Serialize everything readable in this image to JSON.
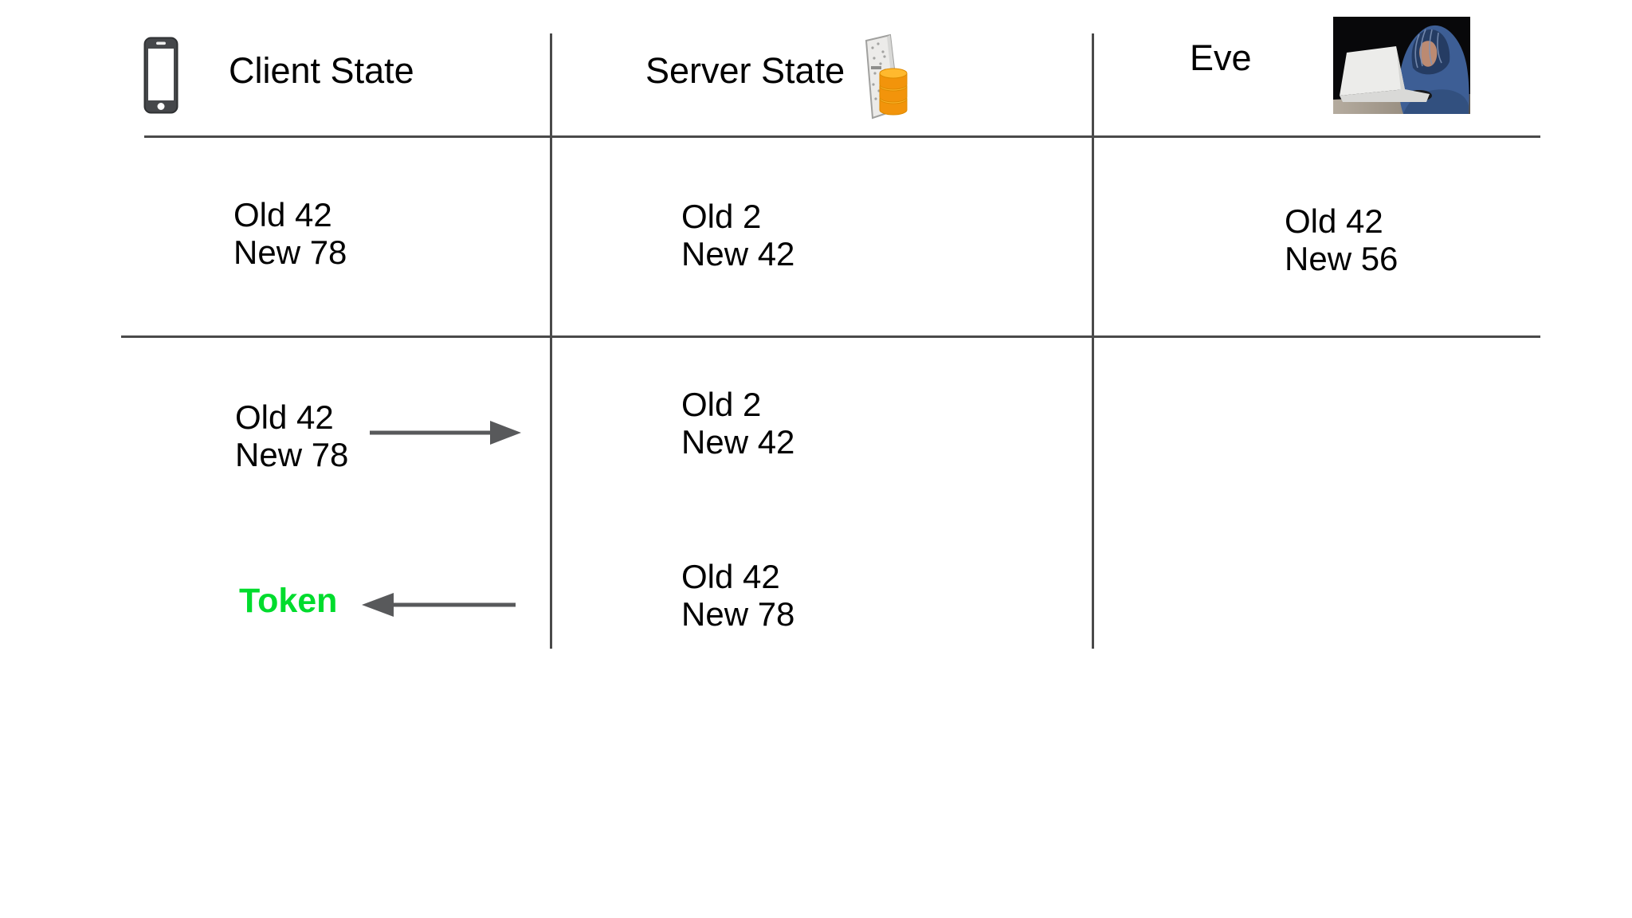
{
  "header": {
    "client": {
      "label": "Client State",
      "icon": "smartphone-icon"
    },
    "server": {
      "label": "Server State",
      "icon": "server-database-icon"
    },
    "eve": {
      "label": "Eve",
      "icon": "hacker-at-laptop-photo"
    }
  },
  "states": {
    "row1": {
      "client": {
        "line1": "Old 42",
        "line2": "New 78"
      },
      "server": {
        "line1": "Old 2",
        "line2": "New 42"
      },
      "eve": {
        "line1": "Old 42",
        "line2": "New 56"
      }
    },
    "row2": {
      "client": {
        "line1": "Old 42",
        "line2": "New 78"
      },
      "server": {
        "line1": "Old 2",
        "line2": "New 42"
      }
    },
    "row3": {
      "token_label": "Token",
      "server": {
        "line1": "Old 42",
        "line2": "New 78"
      }
    }
  },
  "colors": {
    "grid_line": "#4a4a4a",
    "arrow": "#58595b",
    "token_green": "#00dc2d",
    "database_orange": "#f2940b"
  }
}
